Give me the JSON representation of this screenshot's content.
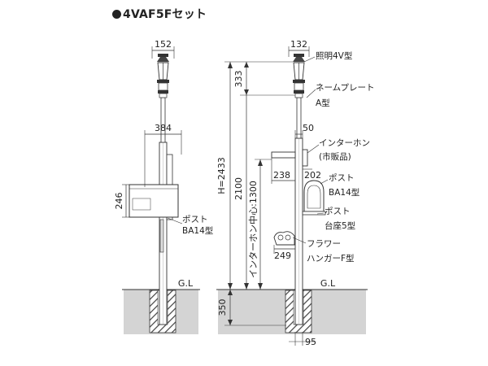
{
  "title": "4VAF5Fセット",
  "front_view": {
    "dim_lamp_width": "152",
    "dim_post_width": "384",
    "dim_box_height": "246",
    "label_post_line1": "ポスト",
    "label_post_line2": "BA14型",
    "label_ground": "G.L"
  },
  "side_view": {
    "dim_top_width": "132",
    "dim_lamp_height": "333",
    "dim_total_height": "H=2433",
    "dim_pole_height": "2100",
    "dim_intercom_center": "インターホン中心:1300",
    "dim_nameplate_offset": "50",
    "dim_nameplate_width": "238",
    "dim_intercom_width": "202",
    "dim_hanger_width": "249",
    "dim_embed_depth": "350",
    "dim_base_width": "95",
    "label_lamp": "照明4V型",
    "label_nameplate_line1": "ネームプレート",
    "label_nameplate_line2": "A型",
    "label_intercom_line1": "インターホン",
    "label_intercom_line2": "(市販品)",
    "label_post_line1": "ポスト",
    "label_post_line2": "BA14型",
    "label_stand_line1": "ポスト",
    "label_stand_line2": "台座5型",
    "label_flower_line1": "フラワー",
    "label_flower_line2": "ハンガーF型",
    "label_ground": "G.L"
  }
}
